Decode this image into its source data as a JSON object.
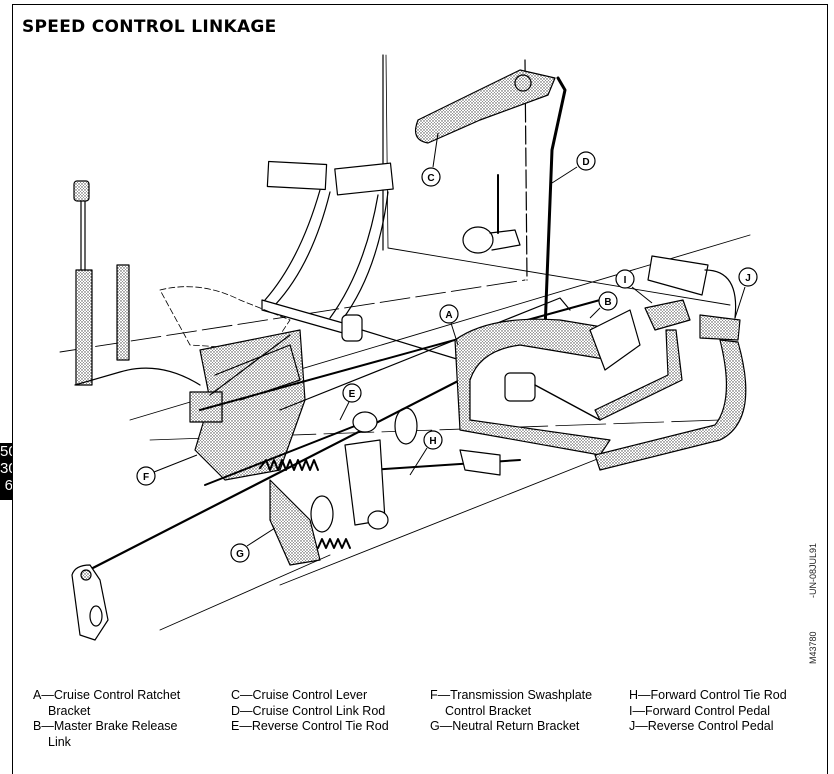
{
  "title": "SPEED CONTROL LINKAGE",
  "side_tab": [
    "50",
    "30",
    "6"
  ],
  "figure_codes": {
    "date_code": "-UN-08JUL91",
    "figure_number": "M43780"
  },
  "callouts": [
    "A",
    "B",
    "C",
    "D",
    "E",
    "F",
    "G",
    "H",
    "I",
    "J"
  ],
  "legend": [
    {
      "letter": "A",
      "sep": "—",
      "text": "Cruise Control Ratchet",
      "cont": "Bracket"
    },
    {
      "letter": "B",
      "sep": "—",
      "text": "Master Brake Release",
      "cont": "Link"
    },
    {
      "letter": "C",
      "sep": "—",
      "text": "Cruise Control Lever",
      "cont": ""
    },
    {
      "letter": "D",
      "sep": "—",
      "text": "Cruise Control Link Rod",
      "cont": ""
    },
    {
      "letter": "E",
      "sep": "—",
      "text": "Reverse Control Tie Rod",
      "cont": ""
    },
    {
      "letter": "F",
      "sep": "—",
      "text": "Transmission Swashplate",
      "cont": "Control Bracket"
    },
    {
      "letter": "G",
      "sep": "—",
      "text": "Neutral Return Bracket",
      "cont": ""
    },
    {
      "letter": "H",
      "sep": "—",
      "text": "Forward Control Tie Rod",
      "cont": ""
    },
    {
      "letter": "I",
      "sep": "—",
      "text": "Forward Control Pedal",
      "cont": ""
    },
    {
      "letter": "J",
      "sep": "—",
      "text": "Reverse Control Pedal",
      "cont": ""
    }
  ]
}
